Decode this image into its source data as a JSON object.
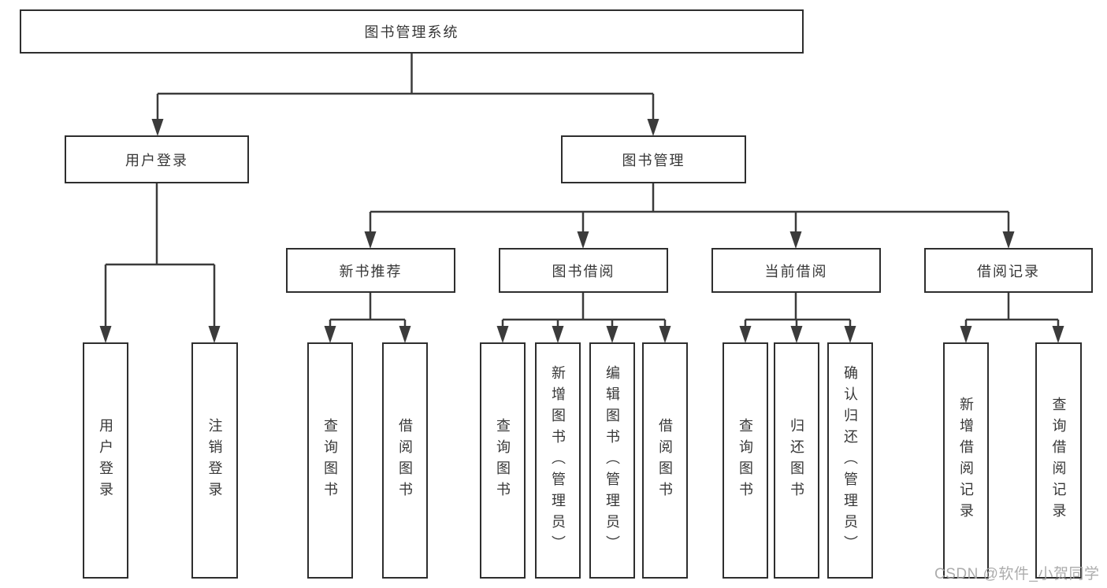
{
  "diagram": {
    "title": "图书管理系统",
    "nodes": {
      "root": "图书管理系统",
      "login": "用户登录",
      "management": "图书管理",
      "login_children": [
        "用户登录",
        "注销登录"
      ],
      "modules": [
        "新书推荐",
        "图书借阅",
        "当前借阅",
        "借阅记录"
      ],
      "new_book_children": [
        "查询图书",
        "借阅图书"
      ],
      "borrow_children": [
        "查询图书",
        "新增图书（管理员）",
        "编辑图书（管理员）",
        "借阅图书"
      ],
      "current_children": [
        "查询图书",
        "归还图书",
        "确认归还（管理员）"
      ],
      "record_children": [
        "新增借阅记录",
        "查询借阅记录"
      ]
    }
  },
  "watermark": {
    "text": "CSDN @软件_小贺同学"
  },
  "colors": {
    "line": "#3b3b3b",
    "box_border": "#2e2e2e",
    "text": "#373737",
    "watermark": "#a5a5a5",
    "background": "#ffffff"
  }
}
